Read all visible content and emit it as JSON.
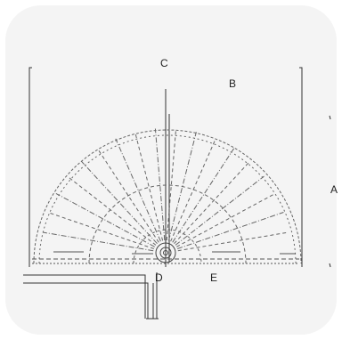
{
  "diagram": {
    "labels": {
      "a": "A",
      "b": "B",
      "c": "C",
      "d": "D",
      "e": "E"
    },
    "colors": {
      "background": "#f4f4f4",
      "line": "#333333",
      "dotted": "#666666"
    },
    "spoke_count": 19
  }
}
